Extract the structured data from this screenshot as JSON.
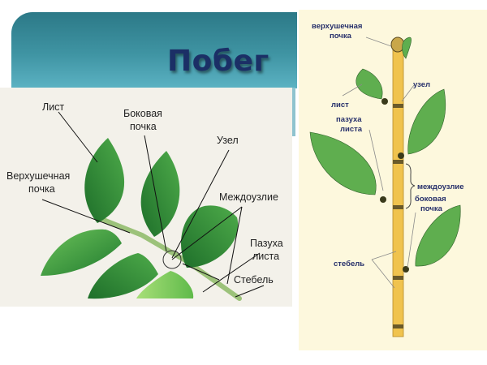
{
  "slide": {
    "title": "Побег",
    "colors": {
      "header_top": "#2c7987",
      "header_bottom": "#5bb2c3",
      "title": "#1b2f66",
      "photo_bg": "#f3f1ea",
      "diagram_bg": "#fdf8dd",
      "stem": "#f0c34e",
      "leaf": "#3f9a45",
      "diagram_label": "#27306b"
    }
  },
  "photo_diagram": {
    "labels": {
      "leaf": "Лист",
      "lateral_bud_line1": "Боковая",
      "lateral_bud_line2": "почка",
      "node": "Узел",
      "apical_bud_line1": "Верхушечная",
      "apical_bud_line2": "почка",
      "internode": "Междоузлие",
      "leaf_axil_line1": "Пазуха",
      "leaf_axil_line2": "листа",
      "stem": "Стебель"
    }
  },
  "schematic_diagram": {
    "labels": {
      "apical_bud_line1": "верхушечная",
      "apical_bud_line2": "почка",
      "node": "узел",
      "leaf": "лист",
      "leaf_axil_line1": "пазуха",
      "leaf_axil_line2": "листа",
      "internode": "междоузлие",
      "lateral_bud_line1": "боковая",
      "lateral_bud_line2": "почка",
      "stem": "стебель"
    }
  }
}
